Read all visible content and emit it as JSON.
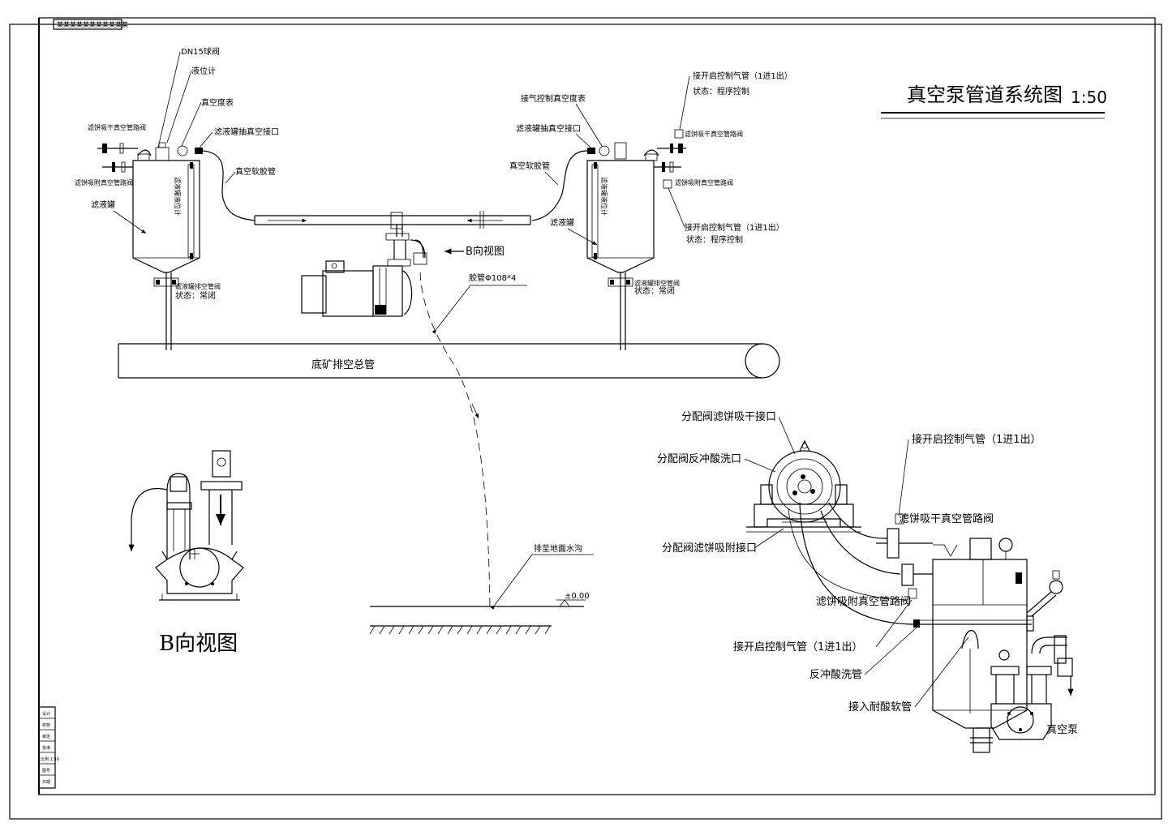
{
  "header_box": "某某某某某某某某某某某",
  "title": "真空泵管道系统图",
  "scale": "1:50",
  "labels": {
    "dn15": "DN15球阀",
    "level_gauge": "液位计",
    "vacuum_gauge_l": "真空度表",
    "filtrate_vac_l": "滤液罐抽真空接口",
    "filter_dry_l": "滤饼吸干真空管路阀",
    "filter_ads_l": "滤饼吸附真空管路阀",
    "vac_hose_l": "真空软胶管",
    "tank_l": "滤液罐",
    "tank_side_l": "滤液罐液位计",
    "drain_valve_l": "滤液罐排空管阀",
    "drain_state_l": "状态：常闭",
    "air_ctrl_gauge": "接气控制真空度表",
    "filtrate_vac_r": "滤液罐抽真空接口",
    "ctrl_air_r1": "接开启控制气管（1进1出）",
    "ctrl_air_state1": "状态：程序控制",
    "filter_dry_r": "滤饼吸干真空管路阀",
    "filter_ads_r": "滤饼吸附真空管路阀",
    "vac_hose_r": "真空软胶管",
    "tank_r": "滤液罐",
    "tank_side_r": "滤液罐液位计",
    "ctrl_air_r2": "接开启控制气管（1进1出）",
    "ctrl_air_state2": "状态：程序控制",
    "drain_valve_r": "滤液罐排空管阀",
    "drain_state_r": "状态：常闭",
    "b_view_arrow": "B向视图",
    "hose_spec": "胶管Φ108*4",
    "main_pipe": "底矿排空总管",
    "to_ditch": "排至地面水沟",
    "elevation": "±0.00",
    "b_view_title": "B向视图",
    "dist_dry": "分配阀滤饼吸干接口",
    "dist_backflush": "分配阀反冲酸洗口",
    "dist_ads": "分配阀滤饼吸附接口",
    "ctrl_air_big1": "接开启控制气管（1进1出）",
    "filter_dry_big": "滤饼吸干真空管路阀",
    "filter_ads_big": "滤饼吸附真空管路阀",
    "ctrl_air_big2": "接开启控制气管（1进1出）",
    "backflush_pipe": "反冲酸洗管",
    "acid_hose": "接入耐酸软管",
    "vacuum_pump": "真空泵"
  },
  "title_block": [
    "设计",
    "校核",
    "审定",
    "批准",
    "比例 1:50",
    "图号",
    "日期"
  ]
}
